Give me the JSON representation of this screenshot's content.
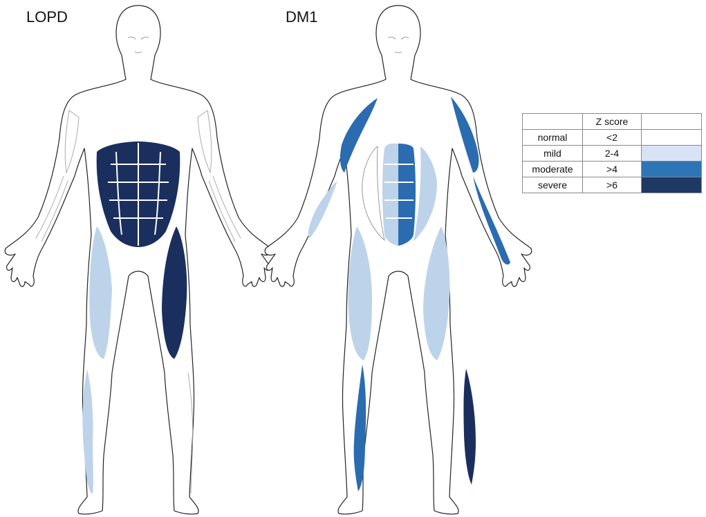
{
  "figures": [
    {
      "title": "LOPD"
    },
    {
      "title": "DM1"
    }
  ],
  "colors": {
    "normal": "#ffffff",
    "mild": "#bdd3ea",
    "moderate": "#2b6cb0",
    "severe": "#1b2f5e"
  },
  "legend": {
    "header": "Z score",
    "rows": [
      {
        "label": "normal",
        "range": "<2",
        "color": "#ffffff"
      },
      {
        "label": "mild",
        "range": "2-4",
        "color": "#d9e3f5"
      },
      {
        "label": "moderate",
        "range": ">4",
        "color": "#2e75b6"
      },
      {
        "label": "severe",
        "range": ">6",
        "color": "#1f3864"
      }
    ]
  },
  "muscles": {
    "LOPD": {
      "abdominals": "severe",
      "left_upper_arm": "normal",
      "right_upper_arm": "normal",
      "left_forearm": "normal",
      "right_forearm": "normal",
      "left_thigh": "mild",
      "right_thigh": "severe",
      "left_lower_leg": "mild",
      "right_lower_leg": "normal"
    },
    "DM1": {
      "rectus_abdominis_left": "mild",
      "rectus_abdominis_right": "moderate",
      "left_obliques": "normal",
      "right_obliques": "mild",
      "left_upper_arm": "moderate",
      "right_upper_arm": "moderate",
      "left_forearm": "mild",
      "right_forearm": "moderate",
      "left_thigh": "mild",
      "right_thigh": "mild",
      "left_lower_leg": "moderate",
      "right_lower_leg": "severe"
    }
  }
}
